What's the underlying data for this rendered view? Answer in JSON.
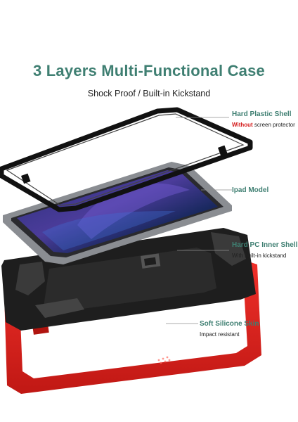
{
  "heading": {
    "title": "3 Layers Multi-Functional Case",
    "subtitle": "Shock Proof / Built-in Kickstand"
  },
  "layers": [
    {
      "title": "Hard Plastic Shell",
      "note_highlight": "Without",
      "note_rest": " screen protector"
    },
    {
      "title": "Ipad Model",
      "note": ""
    },
    {
      "title": "Hard PC Inner Shell",
      "note": "With built-in kickstand"
    },
    {
      "title": "Soft Silicone Skin",
      "note": "Impact resistant"
    }
  ],
  "colors": {
    "title": "#3f7f72",
    "highlight": "#d41c1c",
    "silicone": "#e0201c",
    "inner_shell": "#1c1c1c",
    "tablet_body": "#8a8d92",
    "screen": "#1e2a6b"
  }
}
